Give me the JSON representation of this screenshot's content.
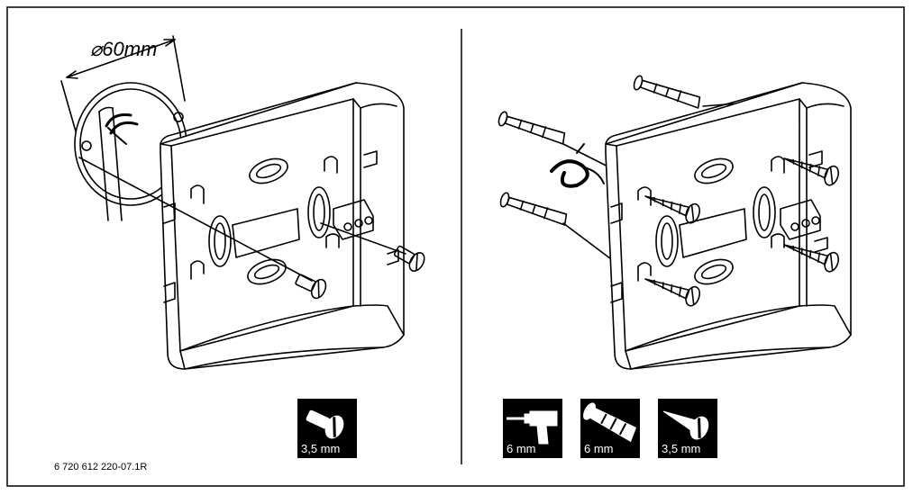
{
  "diameter_label": "60mm",
  "figure_code": "6 720 612 220-07.1R",
  "left_panel": {
    "tiles": [
      {
        "icon": "screw-icon",
        "label": "3,5 mm"
      }
    ]
  },
  "right_panel": {
    "tiles": [
      {
        "icon": "drill-icon",
        "label": "6 mm"
      },
      {
        "icon": "wall-plug-icon",
        "label": "6 mm"
      },
      {
        "icon": "wood-screw-icon",
        "label": "3,5 mm"
      }
    ]
  },
  "colors": {
    "ink": "#000000",
    "paper": "#ffffff"
  }
}
